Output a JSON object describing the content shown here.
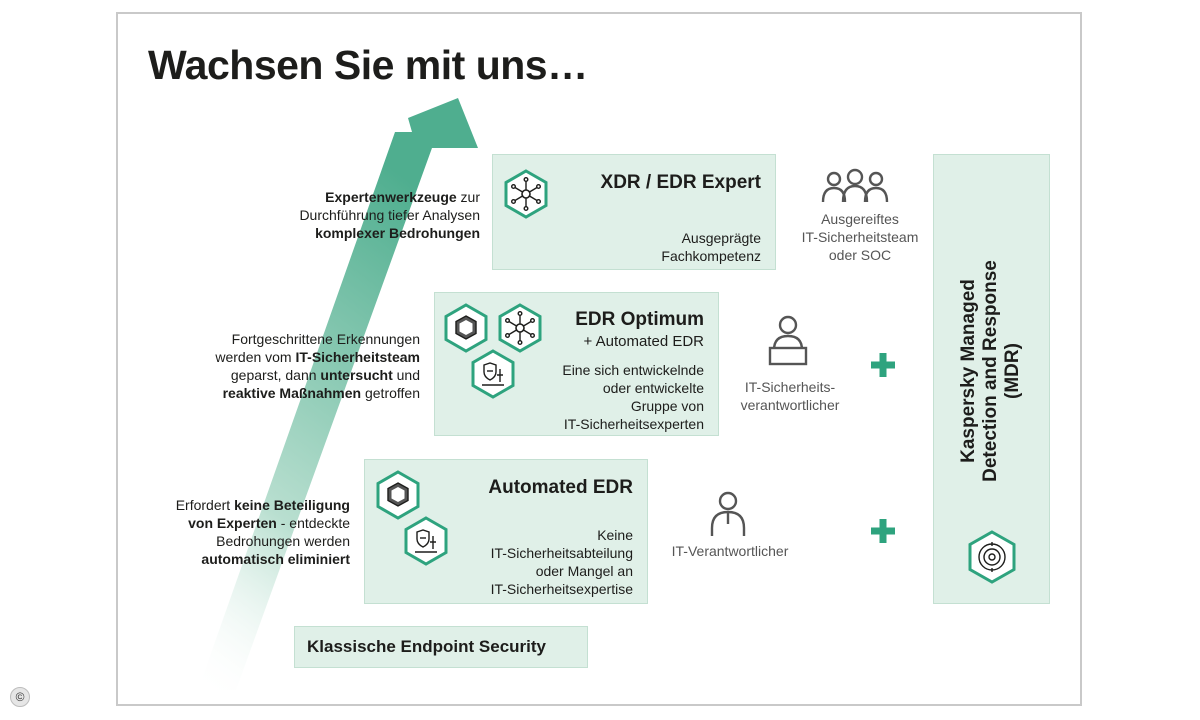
{
  "headline": "Wachsen Sie mit uns…",
  "tiers": [
    {
      "title": "XDR / EDR Expert",
      "subtitle": "",
      "desc_lines": [
        "Ausgeprägte",
        "Fachkompetenz"
      ]
    },
    {
      "title": "EDR Optimum",
      "subtitle": "+ Automated EDR",
      "desc_lines": [
        "Eine sich entwickelnde",
        "oder entwickelte",
        "Gruppe von",
        "IT-Sicherheitsexperten"
      ]
    },
    {
      "title": "Automated EDR",
      "subtitle": "",
      "desc_lines": [
        "Keine",
        "IT-Sicherheitsabteilung",
        "oder Mangel an",
        "IT-Sicherheitsexpertise"
      ]
    }
  ],
  "base": "Klassische Endpoint Security",
  "left_descriptions": {
    "expert": {
      "l1_bold": "Expertenwerkzeuge",
      "l1_rest": " zur",
      "l2": "Durchführung tiefer Analysen",
      "l3_bold": "komplexer Bedrohungen"
    },
    "optimum": {
      "l1": "Fortgeschrittene Erkennungen",
      "l2_a": "werden vom ",
      "l2_bold": "IT-Sicherheitsteam",
      "l3_a": "geparst, dann ",
      "l3_bold": "untersucht",
      "l3_b": " und",
      "l4_bold": "reaktive Maßnahmen",
      "l4_rest": " getroffen"
    },
    "automated": {
      "l1_a": "Erfordert ",
      "l1_bold": "keine Beteiligung",
      "l2_bold": "von Experten",
      "l2_rest": " - entdeckte",
      "l3": "Bedrohungen werden",
      "l4_bold": "automatisch eliminiert"
    }
  },
  "roles": [
    {
      "lines": [
        "Ausgereiftes",
        "IT-Sicherheitsteam",
        "oder SOC"
      ],
      "icon": "team-icon"
    },
    {
      "lines": [
        "IT-Sicherheits-",
        "verantwortlicher"
      ],
      "icon": "person-at-desk-icon"
    },
    {
      "lines": [
        "IT-Verantwortlicher"
      ],
      "icon": "person-icon"
    }
  ],
  "mdr": {
    "line1": "Kaspersky Managed",
    "line2": "Detection and Response",
    "line3": "(MDR)"
  },
  "copyright_symbol": "©",
  "colors": {
    "box_fill": "#e0f0e8",
    "accent": "#2ea37e",
    "arrow": "#5bb397",
    "text": "#1d1d1b"
  }
}
